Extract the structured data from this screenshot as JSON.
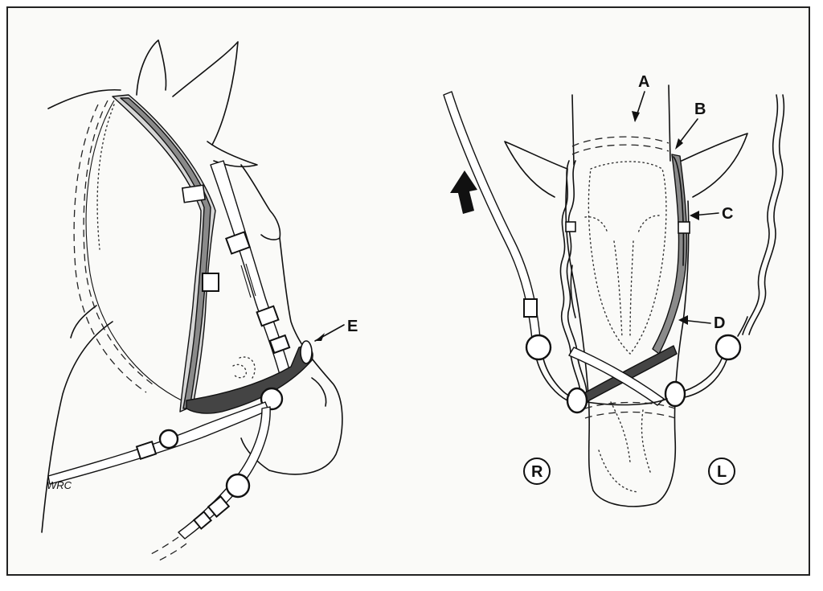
{
  "labels": {
    "A": "A",
    "B": "B",
    "C": "C",
    "D": "D",
    "E": "E",
    "R": "R",
    "L": "L"
  },
  "signature": "WRC",
  "colors": {
    "line": "#111111",
    "strap_dark": "#444444",
    "strap_mid": "#8a8a8a",
    "strap_light": "#d6d6d6",
    "paper": "#fafaf8"
  }
}
